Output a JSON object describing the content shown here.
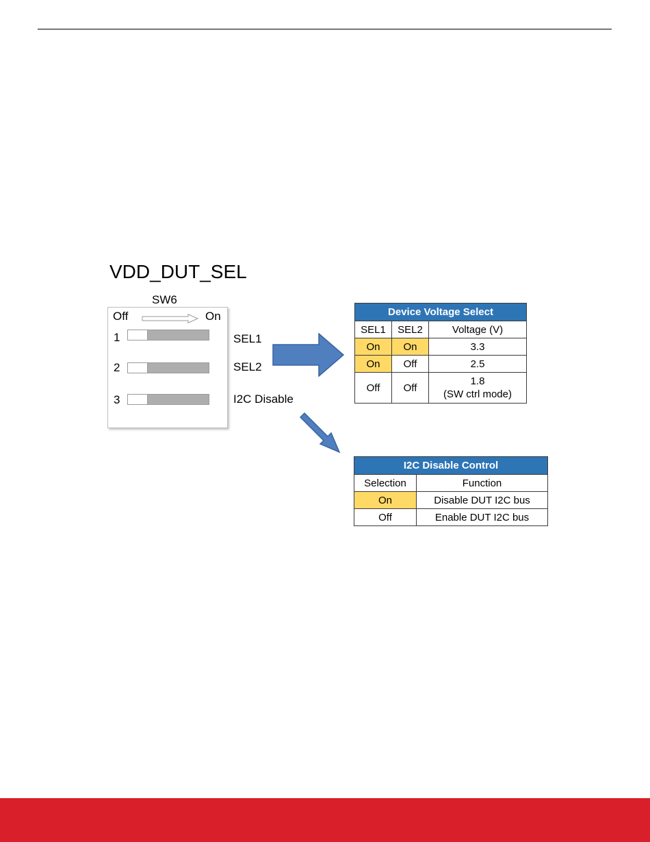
{
  "diagram": {
    "title": "VDD_DUT_SEL",
    "switch": {
      "name": "SW6",
      "off_label": "Off",
      "on_label": "On",
      "positions": [
        {
          "number": "1",
          "label": "SEL1"
        },
        {
          "number": "2",
          "label": "SEL2"
        },
        {
          "number": "3",
          "label": "I2C Disable"
        }
      ]
    }
  },
  "voltage_table": {
    "title": "Device Voltage Select",
    "headers": [
      "SEL1",
      "SEL2",
      "Voltage (V)"
    ],
    "rows": [
      {
        "sel1": "On",
        "sel2": "On",
        "voltage": "3.3",
        "voltage_note": ""
      },
      {
        "sel1": "On",
        "sel2": "Off",
        "voltage": "2.5",
        "voltage_note": ""
      },
      {
        "sel1": "Off",
        "sel2": "Off",
        "voltage": "1.8",
        "voltage_note": "(SW ctrl mode)"
      }
    ]
  },
  "i2c_table": {
    "title": "I2C Disable Control",
    "headers": [
      "Selection",
      "Function"
    ],
    "rows": [
      {
        "selection": "On",
        "function": "Disable DUT I2C bus"
      },
      {
        "selection": "Off",
        "function": "Enable DUT I2C bus"
      }
    ]
  },
  "colors": {
    "header_fill": "#2e75b6",
    "highlight": "#ffd966",
    "arrow_fill": "#4f7fbf",
    "footer_band": "#d91f29"
  }
}
